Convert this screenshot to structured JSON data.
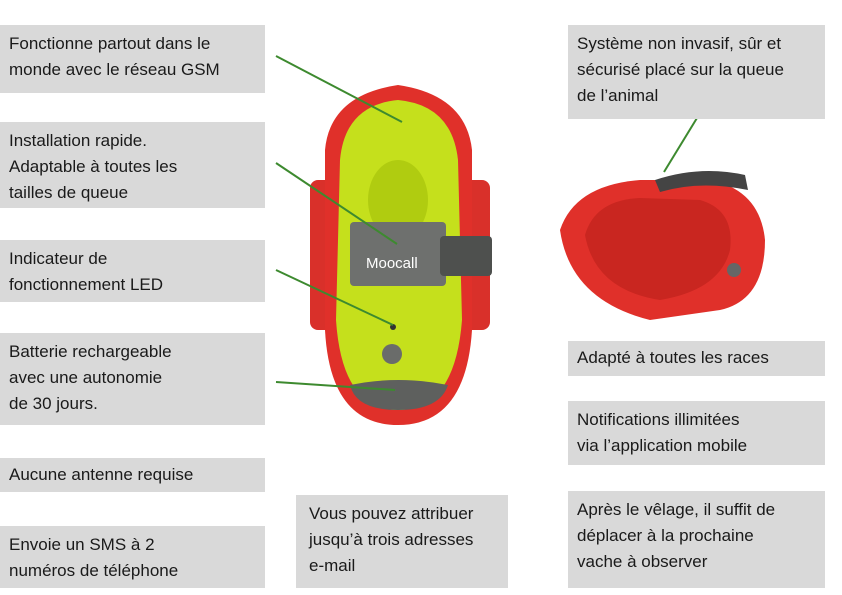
{
  "left_features": [
    [
      "Fonctionne partout dans le",
      "monde avec le réseau GSM"
    ],
    [
      "Installation rapide.",
      "Adaptable à toutes les",
      "tailles de queue"
    ],
    [
      "Indicateur de",
      "fonctionnement LED"
    ],
    [
      "Batterie rechargeable",
      "avec une autonomie",
      "de 30 jours."
    ],
    [
      "Aucune antenne requise"
    ],
    [
      "Envoie un SMS à 2",
      "numéros de téléphone"
    ]
  ],
  "center_feature": [
    "Vous pouvez attribuer",
    "jusqu’à trois adresses",
    "e-mail"
  ],
  "right_features": [
    [
      "Système non invasif, sûr et",
      "sécurisé placé sur la queue",
      "de l’animal"
    ],
    [
      "Adapté à toutes les races"
    ],
    [
      "Notifications illimitées",
      "via l’application mobile"
    ],
    [
      "Après le vêlage, il suffit de",
      "déplacer à la prochaine",
      "vache à observer"
    ]
  ],
  "device": {
    "brand": "Moocall"
  },
  "colors": {
    "box": "#d9d9d9",
    "leader": "#3d8a2f",
    "device_green": "#c5e01c",
    "device_red": "#e0302a",
    "device_gray": "#5e605e"
  }
}
